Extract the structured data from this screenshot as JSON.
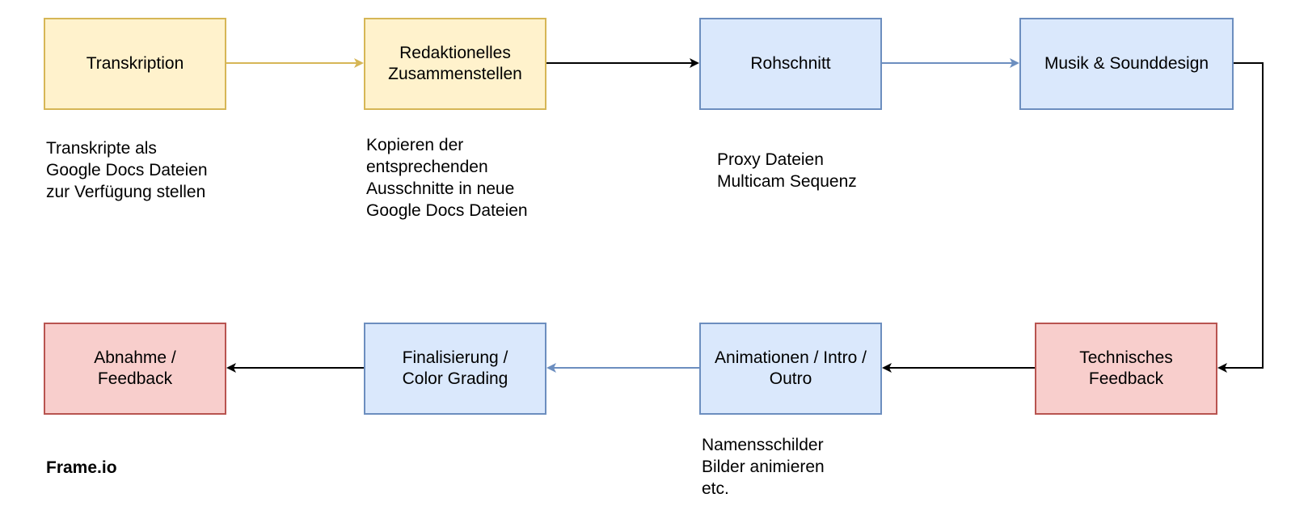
{
  "nodes": {
    "transkription": "Transkription",
    "redaktionelles": "Redaktionelles\nZusammenstellen",
    "rohschnitt": "Rohschnitt",
    "musik": "Musik & Sounddesign",
    "technisches": "Technisches\nFeedback",
    "animationen": "Animationen / Intro /\nOutro",
    "finalisierung": "Finalisierung /\nColor Grading",
    "abnahme": "Abnahme /\nFeedback"
  },
  "notes": {
    "transkription": "Transkripte als\nGoogle Docs Dateien\nzur Verfügung stellen",
    "redaktionelles": "Kopieren der\nentsprechenden\nAusschnitte in neue\nGoogle Docs Dateien",
    "rohschnitt": "Proxy Dateien\nMulticam Sequenz",
    "animationen": "Namensschilder\nBilder animieren\netc.",
    "abnahme": "Frame.io"
  },
  "colors": {
    "yellow_fill": "#fff2cc",
    "yellow_stroke": "#d6b656",
    "blue_fill": "#dae8fc",
    "blue_stroke": "#6c8ebf",
    "red_fill": "#f8cecc",
    "red_stroke": "#b85450",
    "black_edge": "#000000"
  },
  "edges": [
    {
      "from": "transkription",
      "to": "redaktionelles",
      "color": "#d6b656"
    },
    {
      "from": "redaktionelles",
      "to": "rohschnitt",
      "color": "#000000"
    },
    {
      "from": "rohschnitt",
      "to": "musik",
      "color": "#6c8ebf"
    },
    {
      "from": "musik",
      "to": "technisches",
      "color": "#000000"
    },
    {
      "from": "technisches",
      "to": "animationen",
      "color": "#000000"
    },
    {
      "from": "animationen",
      "to": "finalisierung",
      "color": "#6c8ebf"
    },
    {
      "from": "finalisierung",
      "to": "abnahme",
      "color": "#000000"
    }
  ]
}
